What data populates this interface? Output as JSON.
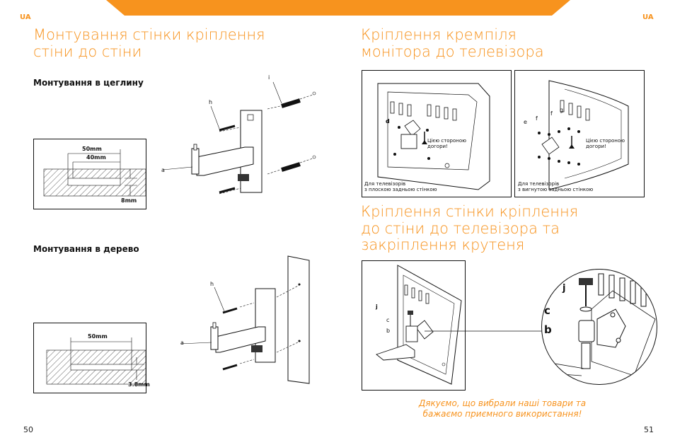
{
  "left": {
    "lang": "UA",
    "title_line1": "Монтування стінки кріплення",
    "title_line2": "стіни до стіни",
    "brick_heading": "Монтування в цеглину",
    "wood_heading": "Монтування в дерево",
    "brick_dims": {
      "outer": "50mm",
      "inner": "40mm",
      "hole": "8mm"
    },
    "wood_dims": {
      "depth": "50mm",
      "hole": "3.8mm"
    },
    "part_labels": {
      "a": "a",
      "h": "h",
      "i": "i"
    },
    "page_number": "50"
  },
  "right": {
    "lang": "UA",
    "title1_line1": "Кріплення кремпіля",
    "title1_line2": "монітора до телевізора",
    "flat_caption_line1": "Для телевізорів",
    "flat_caption_line2": "з плоскою задньою стінкою",
    "curved_caption_line1": "Для телевізорів",
    "curved_caption_line2": "з вигнутою задньою стінкою",
    "up_note_line1": "Цією стороною",
    "up_note_line2": "догори!",
    "title2_line1": "Кріплення стінки кріплення",
    "title2_line2": "до стіни до телевізора та",
    "title2_line3": "закріплення крутеня",
    "part_labels": {
      "b": "b",
      "c": "c",
      "d": "d",
      "e": "e",
      "f": "f",
      "g": "g",
      "j": "j"
    },
    "thanks_line1": "Дякуємо, що вибрали наші товари та",
    "thanks_line2": "бажаємо приємного використання!",
    "page_number": "51"
  },
  "colors": {
    "accent": "#f7931e",
    "text": "#111111"
  }
}
